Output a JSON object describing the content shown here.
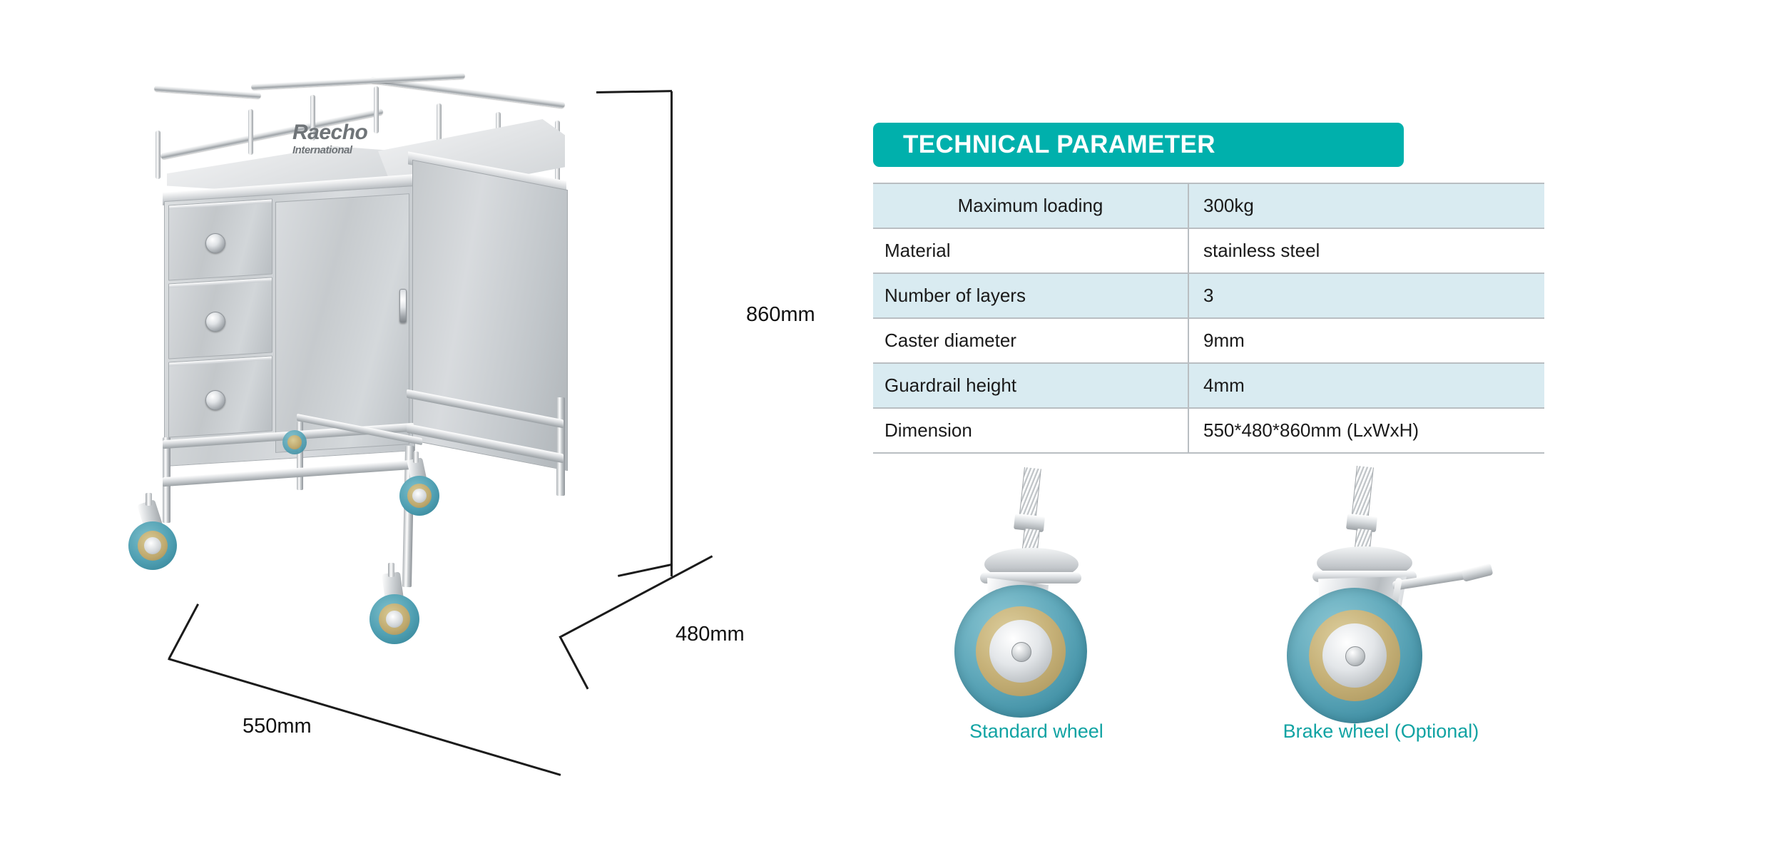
{
  "product": {
    "brand_main": "Raecho",
    "brand_sub": "International",
    "dimensions": {
      "height_label": "860mm",
      "depth_label": "480mm",
      "width_label": "550mm"
    }
  },
  "spec_section": {
    "title": "TECHNICAL PARAMETER",
    "title_bar_color": "#00b0ac",
    "row_alt_color": "#d9ebf1",
    "border_color": "#b9bec2",
    "rows": [
      {
        "key": "Maximum loading",
        "value": "300kg"
      },
      {
        "key": "Material",
        "value": "stainless steel"
      },
      {
        "key": "Number of layers",
        "value": "3"
      },
      {
        "key": "Caster diameter",
        "value": "9mm"
      },
      {
        "key": "Guardrail height",
        "value": "4mm"
      },
      {
        "key": "Dimension",
        "value": "550*480*860mm (LxWxH)"
      }
    ]
  },
  "wheels": {
    "caption_color": "#11a3a3",
    "items": [
      {
        "name": "standard-wheel",
        "caption": "Standard wheel"
      },
      {
        "name": "brake-wheel",
        "caption": "Brake wheel (Optional)"
      }
    ]
  }
}
